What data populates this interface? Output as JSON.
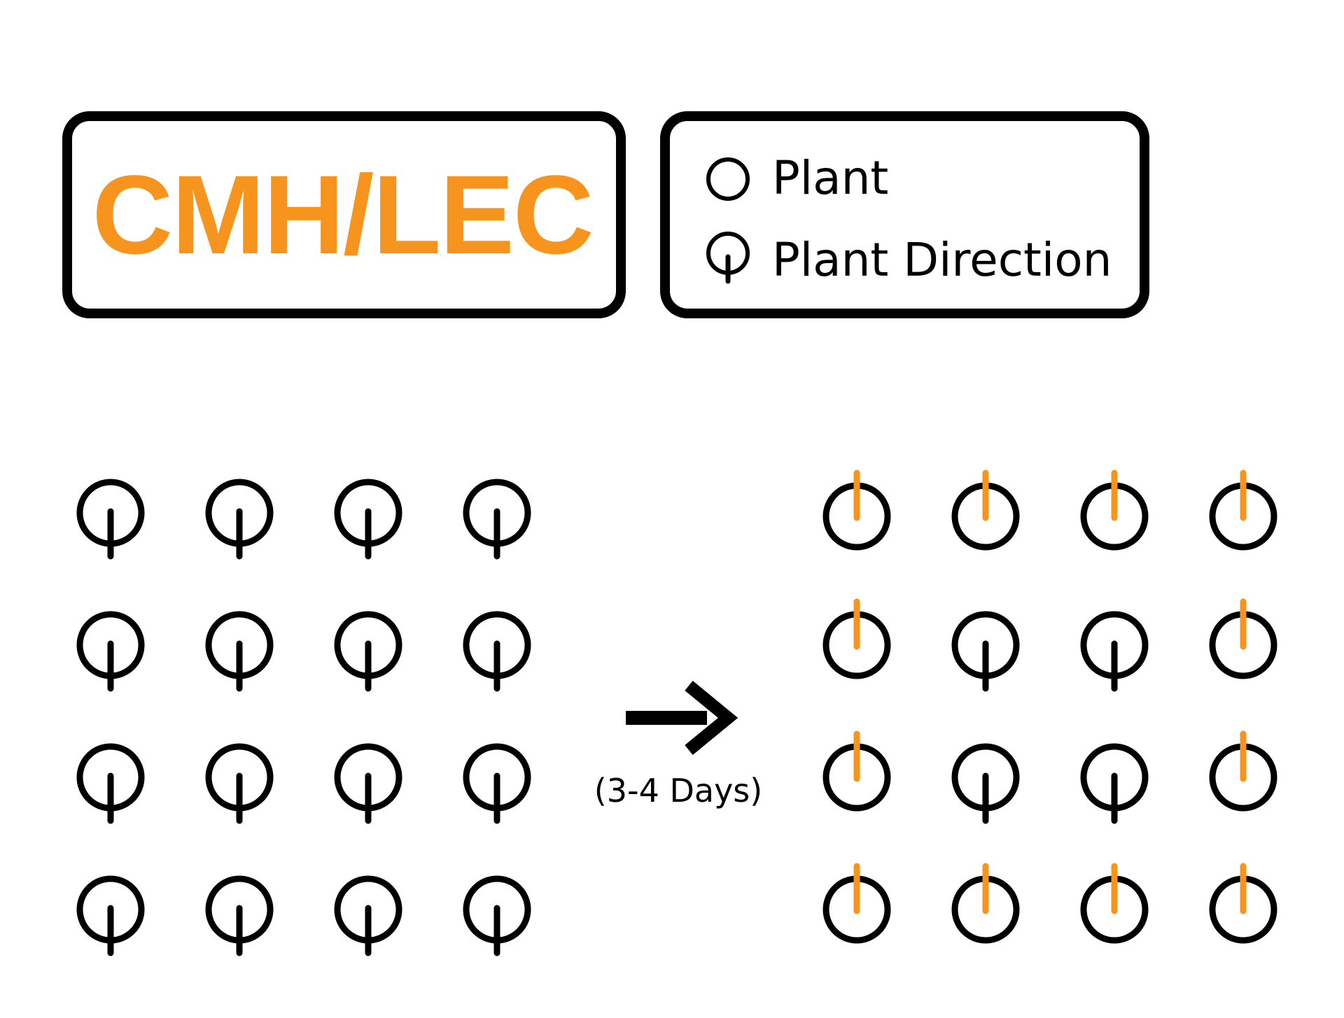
{
  "title_box": {
    "label": "CMH/LEC"
  },
  "legend": {
    "items": [
      {
        "label": "Plant",
        "icon": "plant-icon"
      },
      {
        "label": "Plant Direction",
        "icon": "plant-direction-icon"
      }
    ]
  },
  "transition": {
    "caption": "(3-4 Days)",
    "icon": "arrow-right-icon"
  },
  "colors": {
    "accent": "#f7941d",
    "ink": "#000000",
    "background": "#ffffff"
  },
  "before_grid": {
    "rows": 4,
    "cols": 4,
    "directions": [
      [
        "down",
        "down",
        "down",
        "down"
      ],
      [
        "down",
        "down",
        "down",
        "down"
      ],
      [
        "down",
        "down",
        "down",
        "down"
      ],
      [
        "down",
        "down",
        "down",
        "down"
      ]
    ]
  },
  "after_grid": {
    "rows": 4,
    "cols": 4,
    "directions": [
      [
        "up",
        "up",
        "up",
        "up"
      ],
      [
        "up",
        "down",
        "down",
        "up"
      ],
      [
        "up",
        "down",
        "down",
        "up"
      ],
      [
        "up",
        "up",
        "up",
        "up"
      ]
    ]
  }
}
